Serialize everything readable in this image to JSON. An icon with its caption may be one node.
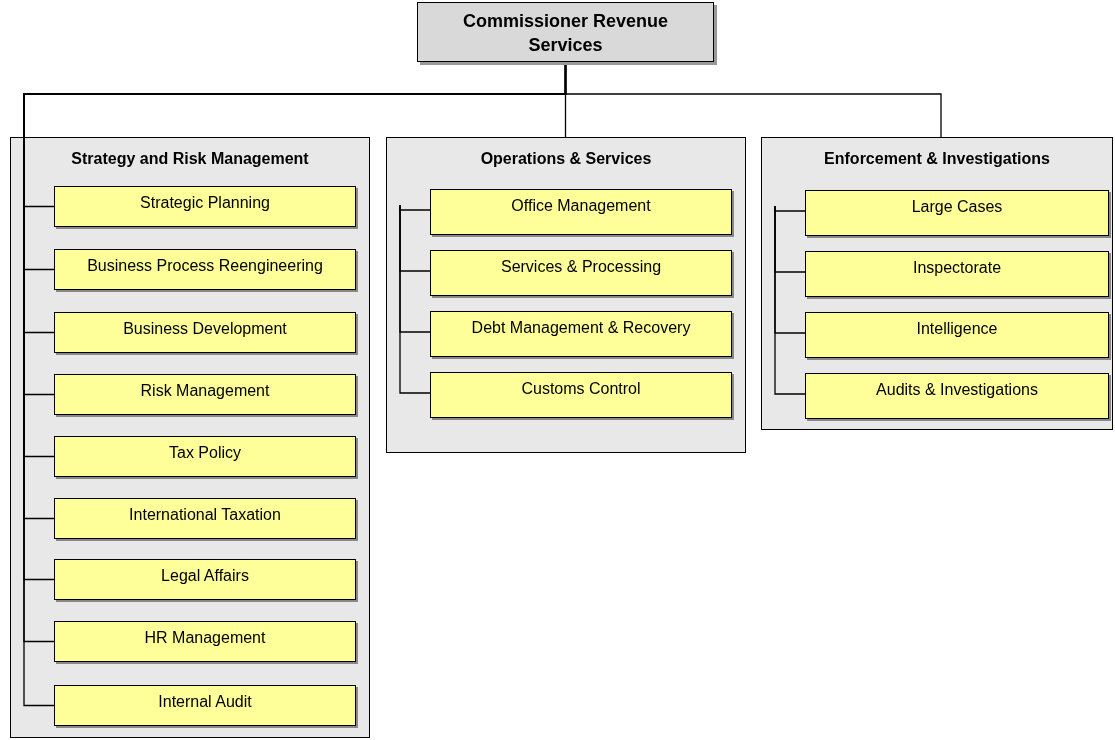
{
  "diagram": {
    "nodes": [
      {
        "text": [
          "Commissioner Revenue Services"
        ]
      },
      {
        "text": [
          "Strategy and Risk Management"
        ]
      },
      {
        "text": [
          "Strategic Planning"
        ],
        "in": 1
      },
      {
        "text": [
          "Business Process Reengineering"
        ],
        "in": 1
      },
      {
        "text": [
          "Business Development"
        ],
        "in": 1
      },
      {
        "text": [
          "Risk Management"
        ],
        "in": 1
      },
      {
        "text": [
          "Tax Policy"
        ],
        "in": 1
      },
      {
        "text": [
          "International Taxation"
        ],
        "in": 1
      },
      {
        "text": [
          "Legal Affairs"
        ],
        "in": 1
      },
      {
        "text": [
          "HR Management"
        ],
        "in": 1
      },
      {
        "text": [
          "Internal Audit"
        ],
        "in": 1
      },
      {
        "text": [
          "Operations & Services"
        ]
      },
      {
        "text": [
          "Office Management"
        ],
        "in": 11
      },
      {
        "text": [
          "Services & Processing"
        ],
        "in": 11
      },
      {
        "text": [
          "Debt Management & Recovery"
        ],
        "in": 11
      },
      {
        "text": [
          "Customs Control"
        ],
        "in": 11
      },
      {
        "text": [
          "Enforcement & Investigations"
        ]
      },
      {
        "text": [
          "Large Cases"
        ],
        "in": 16
      },
      {
        "text": [
          "Inspectorate"
        ],
        "in": 16
      },
      {
        "text": [
          "Intelligence"
        ],
        "in": 16
      },
      {
        "text": [
          "Audits & Investigations"
        ],
        "in": 16
      }
    ],
    "edges": [
      {
        "from": 0,
        "to": 11,
        "arrow": "none"
      },
      {
        "from": 0,
        "to": 16,
        "arrow": "none"
      },
      {
        "from": 0,
        "to": 2,
        "arrow": "none"
      },
      {
        "from": 0,
        "to": 3,
        "arrow": "none"
      },
      {
        "from": 0,
        "to": 4,
        "arrow": "none"
      },
      {
        "from": 0,
        "to": 5,
        "arrow": "none"
      },
      {
        "from": 0,
        "to": 6,
        "arrow": "none"
      },
      {
        "from": 0,
        "to": 7,
        "arrow": "none"
      },
      {
        "from": 0,
        "to": 8,
        "arrow": "none"
      },
      {
        "from": 0,
        "to": 9,
        "arrow": "none"
      },
      {
        "from": 0,
        "to": 10,
        "arrow": "none"
      },
      {
        "from": 11,
        "to": 12,
        "arrow": "none"
      },
      {
        "from": 11,
        "to": 13,
        "arrow": "none"
      },
      {
        "from": 11,
        "to": 14,
        "arrow": "none"
      },
      {
        "from": 11,
        "to": 15,
        "arrow": "none"
      },
      {
        "from": 16,
        "to": 17,
        "arrow": "none"
      },
      {
        "from": 16,
        "to": 18,
        "arrow": "none"
      },
      {
        "from": 16,
        "to": 19,
        "arrow": "none"
      },
      {
        "from": 16,
        "to": 20,
        "arrow": "none"
      }
    ]
  }
}
